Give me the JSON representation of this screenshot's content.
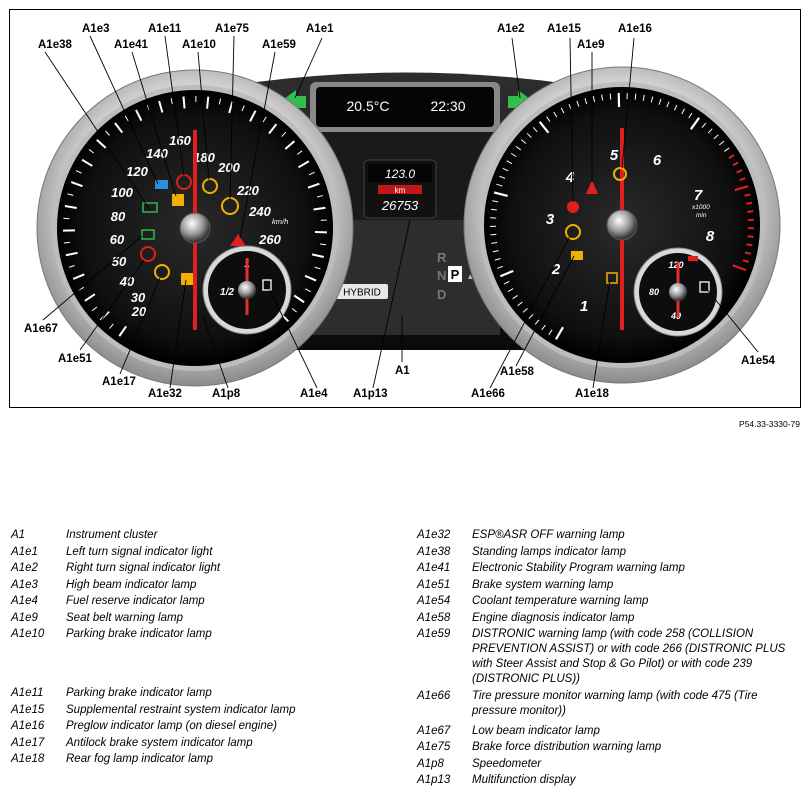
{
  "display": {
    "temperature": "20.5°C",
    "clock": "22:30",
    "trip_distance": "123.0",
    "distance_unit": "km",
    "odometer": "26753",
    "hybrid_label": "HYBRID",
    "gears": [
      "R",
      "N",
      "P",
      "D"
    ],
    "speed_unit": "km/h",
    "rpm_unit_top": "x1000",
    "rpm_unit_bottom": "min",
    "fuel_half": "1/2",
    "fuel_full": "1",
    "coolant_values": [
      "120",
      "80",
      "40"
    ],
    "indicator_colors": {
      "green": "#2fb84a",
      "red": "#e02020",
      "amber": "#f0b000",
      "blue": "#2b8fe0"
    }
  },
  "speedometer_scale": [
    "20",
    "30",
    "40",
    "50",
    "60",
    "80",
    "100",
    "120",
    "140",
    "160",
    "180",
    "200",
    "220",
    "240",
    "260"
  ],
  "tachometer_scale": [
    "1",
    "2",
    "3",
    "4",
    "5",
    "6",
    "7",
    "8"
  ],
  "callouts": [
    "A1e38",
    "A1e3",
    "A1e41",
    "A1e11",
    "A1e10",
    "A1e75",
    "A1e59",
    "A1e1",
    "A1e2",
    "A1e15",
    "A1e9",
    "A1e16",
    "A1e67",
    "A1e51",
    "A1e17",
    "A1e32",
    "A1p8",
    "A1e4",
    "A1p13",
    "A1",
    "A1e66",
    "A1e58",
    "A1e18",
    "A1e54"
  ],
  "reference_code": "P54.33-3330-79",
  "legend": [
    {
      "code": "A1",
      "desc": "Instrument cluster"
    },
    {
      "code": "A1e1",
      "desc": "Left turn signal indicator light"
    },
    {
      "code": "A1e2",
      "desc": "Right turn signal indicator light"
    },
    {
      "code": "A1e3",
      "desc": "High beam indicator lamp"
    },
    {
      "code": "A1e4",
      "desc": "Fuel reserve indicator lamp"
    },
    {
      "code": "A1e9",
      "desc": "Seat belt warning lamp"
    },
    {
      "code": "A1e10",
      "desc": "Parking brake indicator lamp"
    },
    {
      "code": "A1e11",
      "desc": "Parking brake indicator lamp"
    },
    {
      "code": "A1e15",
      "desc": "Supplemental restraint system indicator lamp"
    },
    {
      "code": "A1e16",
      "desc": "Preglow indicator lamp (on diesel engine)"
    },
    {
      "code": "A1e17",
      "desc": "Antilock brake system indicator lamp"
    },
    {
      "code": "A1e18",
      "desc": "Rear fog lamp indicator lamp"
    },
    {
      "code": "A1e32",
      "desc": "ESP®ASR OFF warning lamp"
    },
    {
      "code": "A1e38",
      "desc": "Standing lamps indicator lamp"
    },
    {
      "code": "A1e41",
      "desc": "Electronic Stability Program warning lamp"
    },
    {
      "code": "A1e51",
      "desc": "Brake system warning lamp"
    },
    {
      "code": "A1e54",
      "desc": "Coolant temperature warning lamp"
    },
    {
      "code": "A1e58",
      "desc": "Engine diagnosis indicator lamp"
    },
    {
      "code": "A1e59",
      "desc": "DISTRONIC warning lamp (with code 258 (COLLISION PREVENTION ASSIST) or with code 266 (DISTRONIC PLUS with Steer Assist and Stop & Go Pilot) or with code 239 (DISTRONIC PLUS))"
    },
    {
      "code": "A1e66",
      "desc": "Tire pressure monitor warning lamp (with code 475 (Tire pressure monitor))"
    },
    {
      "code": "A1e67",
      "desc": "Low beam indicator lamp"
    },
    {
      "code": "A1e75",
      "desc": "Brake force distribution warning lamp"
    },
    {
      "code": "A1p8",
      "desc": "Speedometer"
    },
    {
      "code": "A1p13",
      "desc": "Multifunction display"
    }
  ]
}
